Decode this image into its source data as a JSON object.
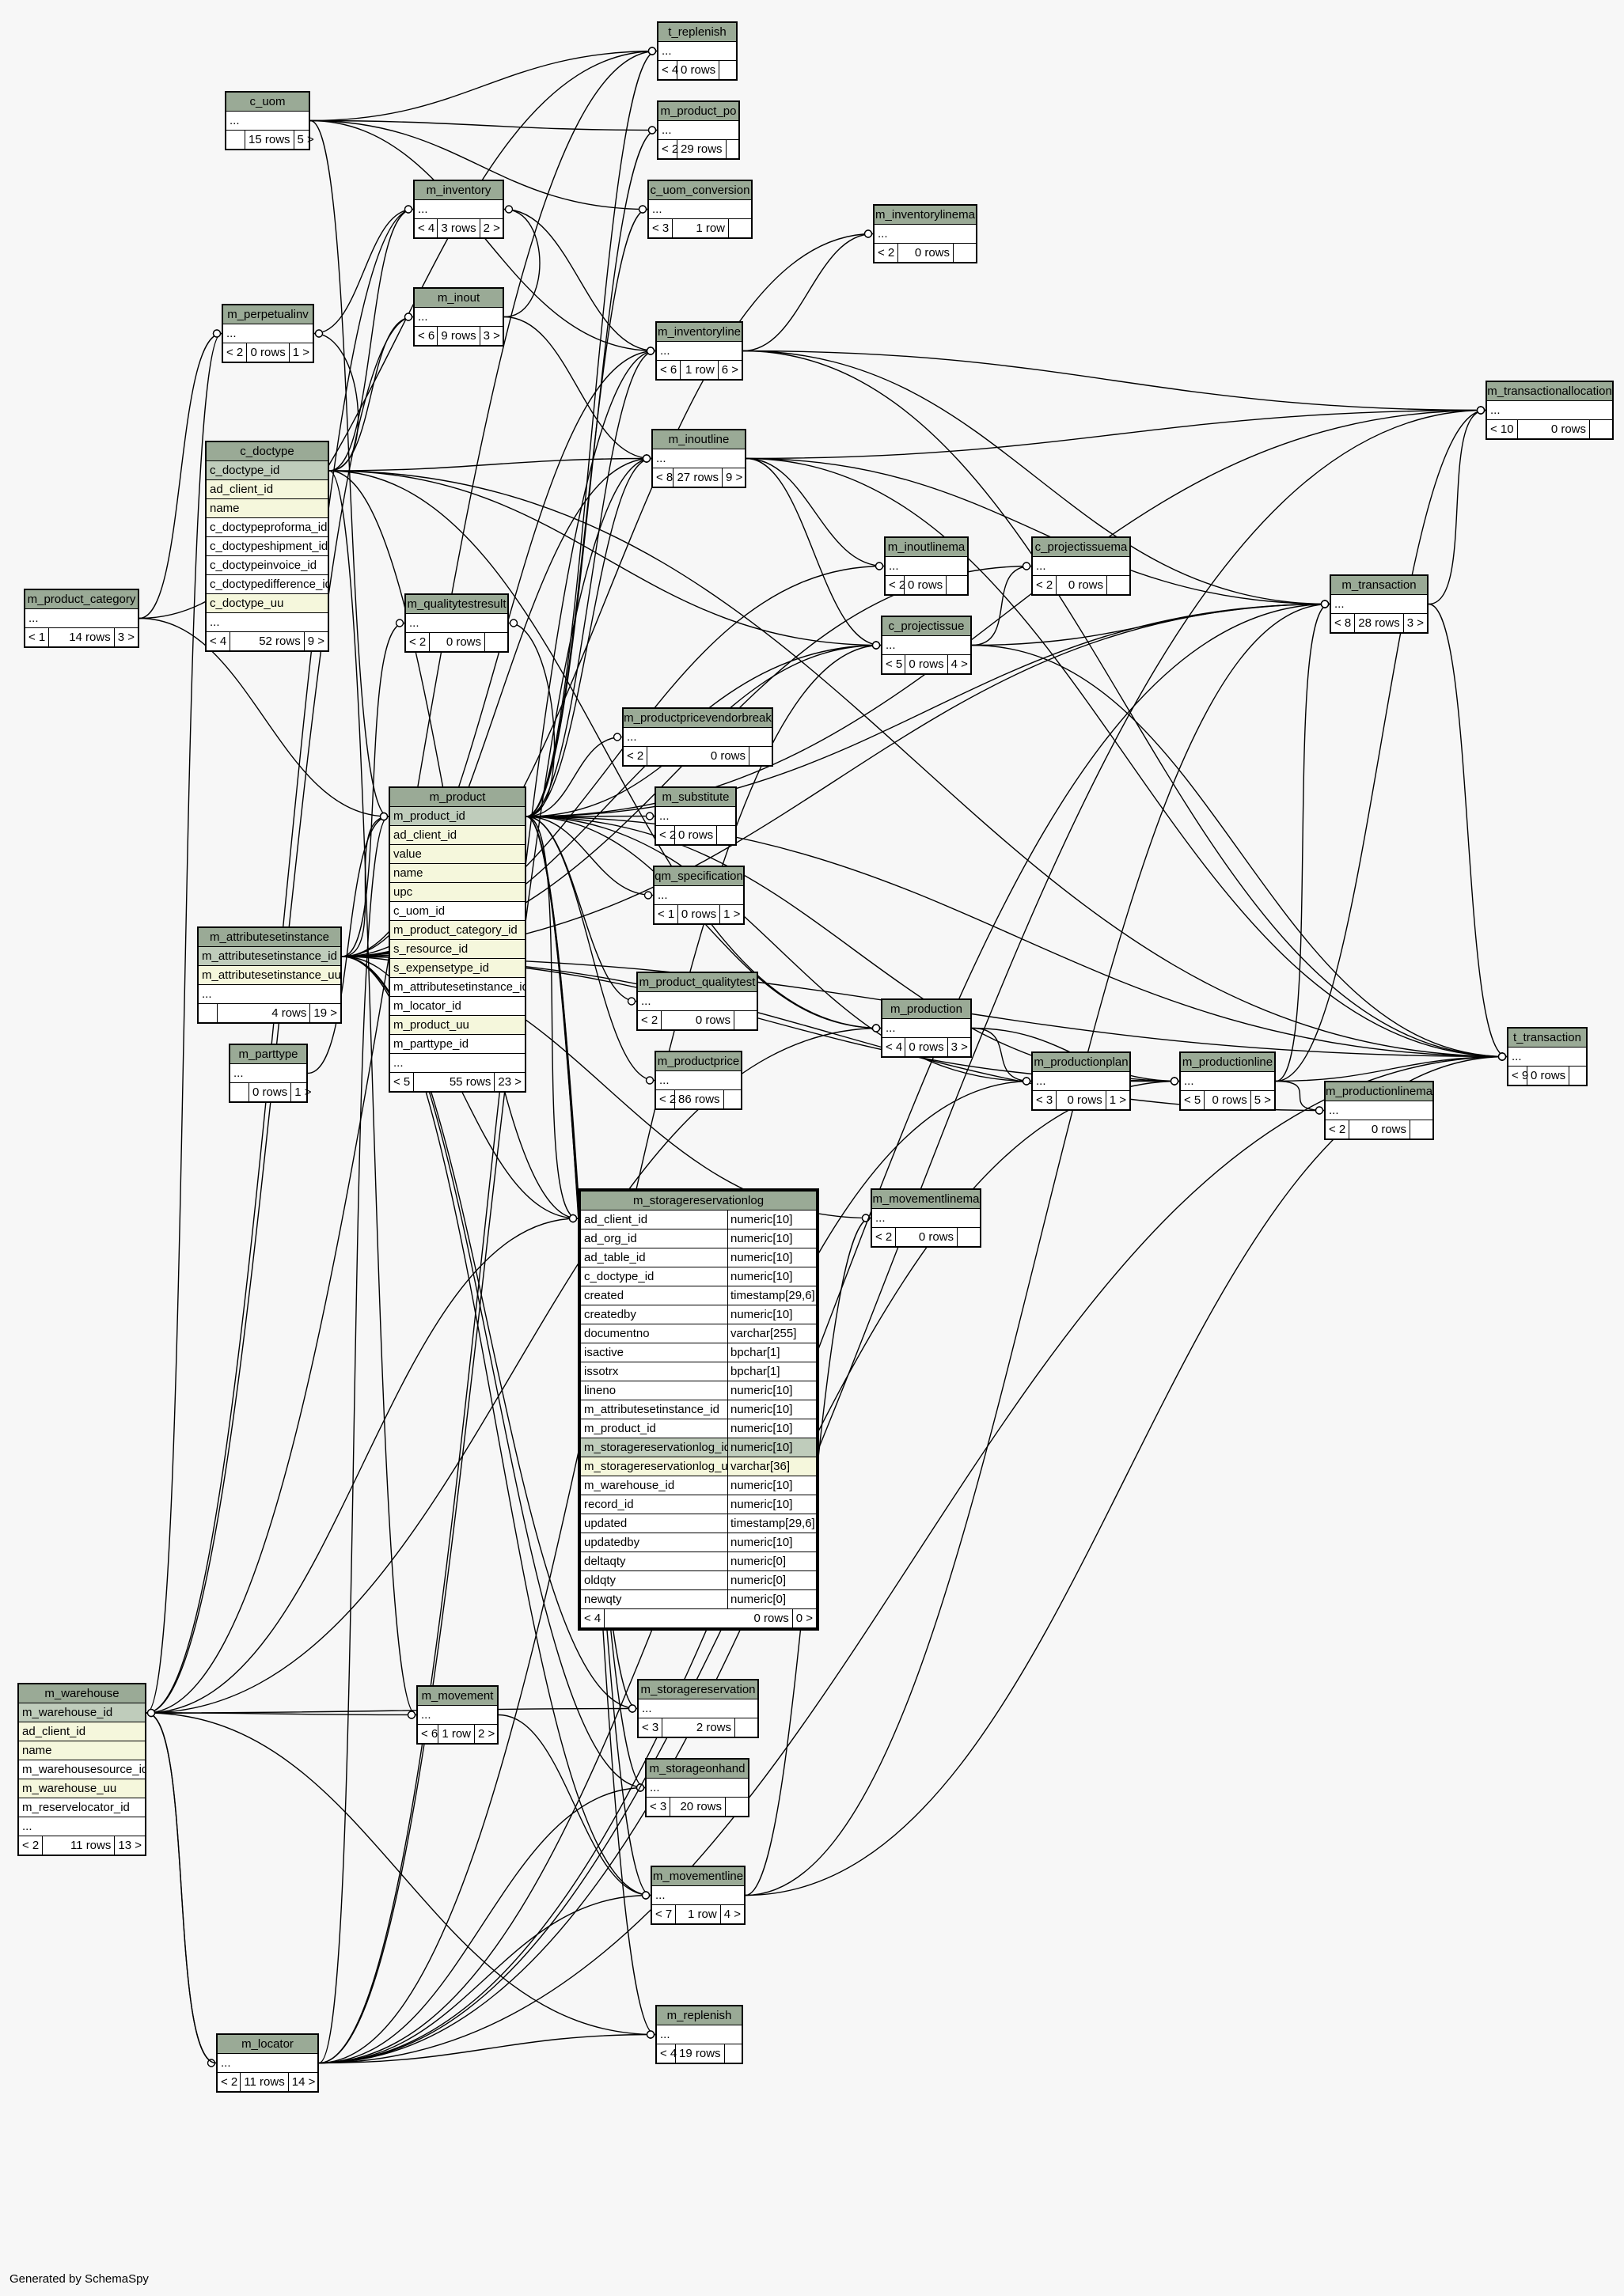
{
  "footer": "Generated by SchemaSpy",
  "tables": [
    {
      "id": "t_replenish",
      "name": "t_replenish",
      "cols": [
        {
          "n": "..."
        }
      ],
      "parents": "< 4",
      "rows": "0 rows",
      "children": ""
    },
    {
      "id": "m_product_po",
      "name": "m_product_po",
      "cols": [
        {
          "n": "..."
        }
      ],
      "parents": "< 2",
      "rows": "29 rows",
      "children": ""
    },
    {
      "id": "c_uom",
      "name": "c_uom",
      "cols": [
        {
          "n": "..."
        }
      ],
      "parents": "",
      "rows": "15 rows",
      "children": "5 >"
    },
    {
      "id": "c_uom_conversion",
      "name": "c_uom_conversion",
      "cols": [
        {
          "n": "..."
        }
      ],
      "parents": "< 3",
      "rows": "1 row",
      "children": ""
    },
    {
      "id": "m_inventory",
      "name": "m_inventory",
      "cols": [
        {
          "n": "..."
        }
      ],
      "parents": "< 4",
      "rows": "3 rows",
      "children": "2 >"
    },
    {
      "id": "m_inventorylinema",
      "name": "m_inventorylinema",
      "cols": [
        {
          "n": "..."
        }
      ],
      "parents": "< 2",
      "rows": "0 rows",
      "children": ""
    },
    {
      "id": "m_inout",
      "name": "m_inout",
      "cols": [
        {
          "n": "..."
        }
      ],
      "parents": "< 6",
      "rows": "9 rows",
      "children": "3 >"
    },
    {
      "id": "m_perpetualinv",
      "name": "m_perpetualinv",
      "cols": [
        {
          "n": "..."
        }
      ],
      "parents": "< 2",
      "rows": "0 rows",
      "children": "1 >"
    },
    {
      "id": "m_inventoryline",
      "name": "m_inventoryline",
      "cols": [
        {
          "n": "..."
        }
      ],
      "parents": "< 6",
      "rows": "1 row",
      "children": "6 >"
    },
    {
      "id": "m_transactionallocation",
      "name": "m_transactionallocation",
      "cols": [
        {
          "n": "..."
        }
      ],
      "parents": "< 10",
      "rows": "0 rows",
      "children": ""
    },
    {
      "id": "c_doctype",
      "name": "c_doctype",
      "cols": [
        {
          "n": "c_doctype_id",
          "k": "pk"
        },
        {
          "n": "ad_client_id",
          "k": "uq"
        },
        {
          "n": "name",
          "k": "uq"
        },
        {
          "n": "c_doctypeproforma_id"
        },
        {
          "n": "c_doctypeshipment_id"
        },
        {
          "n": "c_doctypeinvoice_id"
        },
        {
          "n": "c_doctypedifference_id"
        },
        {
          "n": "c_doctype_uu",
          "k": "uq"
        },
        {
          "n": "..."
        }
      ],
      "parents": "< 4",
      "rows": "52 rows",
      "children": "9 >"
    },
    {
      "id": "m_inoutline",
      "name": "m_inoutline",
      "cols": [
        {
          "n": "..."
        }
      ],
      "parents": "< 8",
      "rows": "27 rows",
      "children": "9 >"
    },
    {
      "id": "m_inoutlinema",
      "name": "m_inoutlinema",
      "cols": [
        {
          "n": "..."
        }
      ],
      "parents": "< 2",
      "rows": "0 rows",
      "children": ""
    },
    {
      "id": "c_projectissuema",
      "name": "c_projectissuema",
      "cols": [
        {
          "n": "..."
        }
      ],
      "parents": "< 2",
      "rows": "0 rows",
      "children": ""
    },
    {
      "id": "m_transaction",
      "name": "m_transaction",
      "cols": [
        {
          "n": "..."
        }
      ],
      "parents": "< 8",
      "rows": "28 rows",
      "children": "3 >"
    },
    {
      "id": "m_product_category",
      "name": "m_product_category",
      "cols": [
        {
          "n": "..."
        }
      ],
      "parents": "< 1",
      "rows": "14 rows",
      "children": "3 >"
    },
    {
      "id": "m_qualitytestresult",
      "name": "m_qualitytestresult",
      "cols": [
        {
          "n": "..."
        }
      ],
      "parents": "< 2",
      "rows": "0 rows",
      "children": ""
    },
    {
      "id": "c_projectissue",
      "name": "c_projectissue",
      "cols": [
        {
          "n": "..."
        }
      ],
      "parents": "< 5",
      "rows": "0 rows",
      "children": "4 >"
    },
    {
      "id": "m_productpricevendorbreak",
      "name": "m_productpricevendorbreak",
      "cols": [
        {
          "n": "..."
        }
      ],
      "parents": "< 2",
      "rows": "0 rows",
      "children": ""
    },
    {
      "id": "m_product",
      "name": "m_product",
      "cols": [
        {
          "n": "m_product_id",
          "k": "pk"
        },
        {
          "n": "ad_client_id",
          "k": "uq"
        },
        {
          "n": "value",
          "k": "uq"
        },
        {
          "n": "name",
          "k": "uq"
        },
        {
          "n": "upc",
          "k": "uq"
        },
        {
          "n": "c_uom_id"
        },
        {
          "n": "m_product_category_id",
          "k": "uq"
        },
        {
          "n": "s_resource_id",
          "k": "uq"
        },
        {
          "n": "s_expensetype_id",
          "k": "uq"
        },
        {
          "n": "m_attributesetinstance_id"
        },
        {
          "n": "m_locator_id"
        },
        {
          "n": "m_product_uu",
          "k": "uq"
        },
        {
          "n": "m_parttype_id"
        },
        {
          "n": "..."
        }
      ],
      "parents": "< 5",
      "rows": "55 rows",
      "children": "23 >"
    },
    {
      "id": "m_substitute",
      "name": "m_substitute",
      "cols": [
        {
          "n": "..."
        }
      ],
      "parents": "< 2",
      "rows": "0 rows",
      "children": ""
    },
    {
      "id": "qm_specification",
      "name": "qm_specification",
      "cols": [
        {
          "n": "..."
        }
      ],
      "parents": "< 1",
      "rows": "0 rows",
      "children": "1 >"
    },
    {
      "id": "m_attributesetinstance",
      "name": "m_attributesetinstance",
      "cols": [
        {
          "n": "m_attributesetinstance_id",
          "k": "pk"
        },
        {
          "n": "m_attributesetinstance_uu",
          "k": "uq"
        },
        {
          "n": "..."
        }
      ],
      "parents": "",
      "rows": "4 rows",
      "children": "19 >"
    },
    {
      "id": "m_product_qualitytest",
      "name": "m_product_qualitytest",
      "cols": [
        {
          "n": "..."
        }
      ],
      "parents": "< 2",
      "rows": "0 rows",
      "children": ""
    },
    {
      "id": "m_production",
      "name": "m_production",
      "cols": [
        {
          "n": "..."
        }
      ],
      "parents": "< 4",
      "rows": "0 rows",
      "children": "3 >"
    },
    {
      "id": "m_parttype",
      "name": "m_parttype",
      "cols": [
        {
          "n": "..."
        }
      ],
      "parents": "",
      "rows": "0 rows",
      "children": "1 >"
    },
    {
      "id": "m_productprice",
      "name": "m_productprice",
      "cols": [
        {
          "n": "..."
        }
      ],
      "parents": "< 2",
      "rows": "86 rows",
      "children": ""
    },
    {
      "id": "m_productionplan",
      "name": "m_productionplan",
      "cols": [
        {
          "n": "..."
        }
      ],
      "parents": "< 3",
      "rows": "0 rows",
      "children": "1 >"
    },
    {
      "id": "m_productionline",
      "name": "m_productionline",
      "cols": [
        {
          "n": "..."
        }
      ],
      "parents": "< 5",
      "rows": "0 rows",
      "children": "5 >"
    },
    {
      "id": "t_transaction",
      "name": "t_transaction",
      "cols": [
        {
          "n": "..."
        }
      ],
      "parents": "< 9",
      "rows": "0 rows",
      "children": ""
    },
    {
      "id": "m_productionlinema",
      "name": "m_productionlinema",
      "cols": [
        {
          "n": "..."
        }
      ],
      "parents": "< 2",
      "rows": "0 rows",
      "children": ""
    },
    {
      "id": "m_storagereservationlog",
      "name": "m_storagereservationlog",
      "focus": true,
      "cols": [
        {
          "n": "ad_client_id",
          "t": "numeric[10]"
        },
        {
          "n": "ad_org_id",
          "t": "numeric[10]"
        },
        {
          "n": "ad_table_id",
          "t": "numeric[10]"
        },
        {
          "n": "c_doctype_id",
          "t": "numeric[10]"
        },
        {
          "n": "created",
          "t": "timestamp[29,6]"
        },
        {
          "n": "createdby",
          "t": "numeric[10]"
        },
        {
          "n": "documentno",
          "t": "varchar[255]"
        },
        {
          "n": "isactive",
          "t": "bpchar[1]"
        },
        {
          "n": "issotrx",
          "t": "bpchar[1]"
        },
        {
          "n": "lineno",
          "t": "numeric[10]"
        },
        {
          "n": "m_attributesetinstance_id",
          "t": "numeric[10]"
        },
        {
          "n": "m_product_id",
          "t": "numeric[10]"
        },
        {
          "n": "m_storagereservationlog_id",
          "t": "numeric[10]",
          "k": "pk"
        },
        {
          "n": "m_storagereservationlog_uu",
          "t": "varchar[36]",
          "k": "uq"
        },
        {
          "n": "m_warehouse_id",
          "t": "numeric[10]"
        },
        {
          "n": "record_id",
          "t": "numeric[10]"
        },
        {
          "n": "updated",
          "t": "timestamp[29,6]"
        },
        {
          "n": "updatedby",
          "t": "numeric[10]"
        },
        {
          "n": "deltaqty",
          "t": "numeric[0]"
        },
        {
          "n": "oldqty",
          "t": "numeric[0]"
        },
        {
          "n": "newqty",
          "t": "numeric[0]"
        }
      ],
      "parents": "< 4",
      "rows": "0 rows",
      "children": "0 >"
    },
    {
      "id": "m_movementlinema",
      "name": "m_movementlinema",
      "cols": [
        {
          "n": "..."
        }
      ],
      "parents": "< 2",
      "rows": "0 rows",
      "children": ""
    },
    {
      "id": "m_warehouse",
      "name": "m_warehouse",
      "cols": [
        {
          "n": "m_warehouse_id",
          "k": "pk"
        },
        {
          "n": "ad_client_id",
          "k": "uq"
        },
        {
          "n": "name",
          "k": "uq"
        },
        {
          "n": "m_warehousesource_id"
        },
        {
          "n": "m_warehouse_uu",
          "k": "uq"
        },
        {
          "n": "m_reservelocator_id"
        },
        {
          "n": "..."
        }
      ],
      "parents": "< 2",
      "rows": "11 rows",
      "children": "13 >"
    },
    {
      "id": "m_movement",
      "name": "m_movement",
      "cols": [
        {
          "n": "..."
        }
      ],
      "parents": "< 6",
      "rows": "1 row",
      "children": "2 >"
    },
    {
      "id": "m_storagereservation",
      "name": "m_storagereservation",
      "cols": [
        {
          "n": "..."
        }
      ],
      "parents": "< 3",
      "rows": "2 rows",
      "children": ""
    },
    {
      "id": "m_storageonhand",
      "name": "m_storageonhand",
      "cols": [
        {
          "n": "..."
        }
      ],
      "parents": "< 3",
      "rows": "20 rows",
      "children": ""
    },
    {
      "id": "m_movementline",
      "name": "m_movementline",
      "cols": [
        {
          "n": "..."
        }
      ],
      "parents": "< 7",
      "rows": "1 row",
      "children": "4 >"
    },
    {
      "id": "m_replenish",
      "name": "m_replenish",
      "cols": [
        {
          "n": "..."
        }
      ],
      "parents": "< 4",
      "rows": "19 rows",
      "children": ""
    },
    {
      "id": "m_locator",
      "name": "m_locator",
      "cols": [
        {
          "n": "..."
        }
      ],
      "parents": "< 2",
      "rows": "11 rows",
      "children": "14 >"
    }
  ]
}
